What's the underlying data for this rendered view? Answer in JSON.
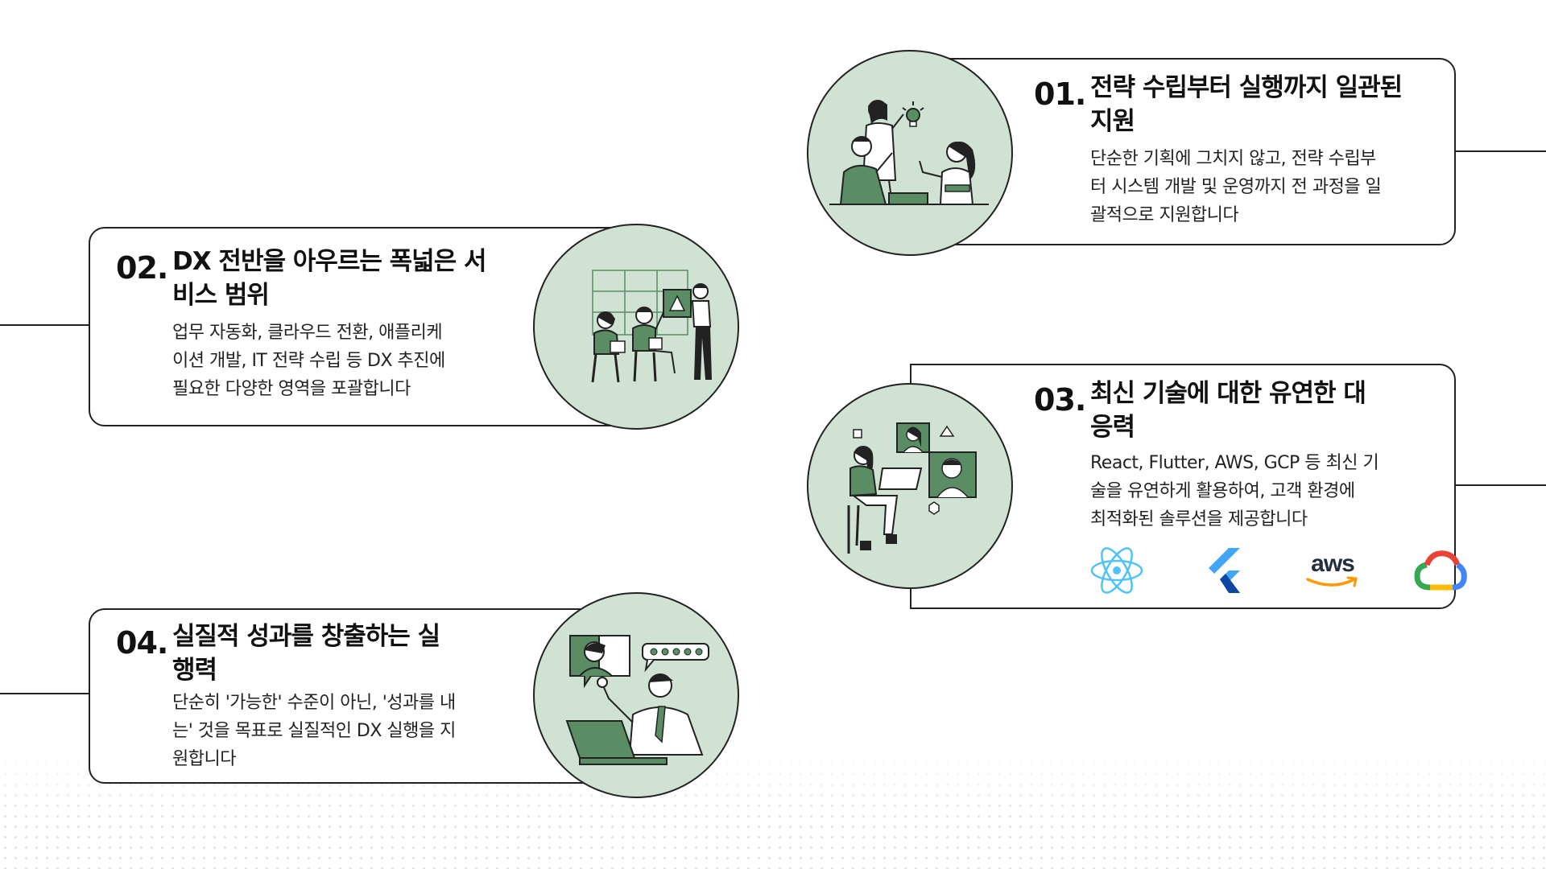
{
  "items": [
    {
      "number": "01.",
      "title_line1": "전략 수립부터 실행까지 일관된",
      "title_line2": "지원",
      "desc_line1": "단순한 기획에 그치지 않고, 전략 수립부",
      "desc_line2": "터 시스템 개발 및 운영까지 전 과정을 일",
      "desc_line3": "괄적으로 지원합니다",
      "illustration": "team-brainstorm-illustration"
    },
    {
      "number": "02.",
      "title_line1": "DX 전반을 아우르는 폭넓은 서",
      "title_line2": "비스 범위",
      "desc_line1": "업무 자동화, 클라우드 전환, 애플리케",
      "desc_line2": "이션 개발, IT 전략 수립 등 DX 추진에",
      "desc_line3": "필요한 다양한 영역을 포괄합니다",
      "illustration": "team-meeting-illustration"
    },
    {
      "number": "03.",
      "title_line1": "최신 기술에 대한 유연한 대",
      "title_line2": "응력",
      "desc_line1": "React, Flutter, AWS, GCP 등 최신 기",
      "desc_line2": "술을 유연하게 활용하여, 고객 환경에",
      "desc_line3": "최적화된 솔루션을 제공합니다",
      "illustration": "video-call-illustration",
      "logos": [
        "react-icon",
        "flutter-icon",
        "aws-icon",
        "google-cloud-icon"
      ],
      "aws_text": "aws"
    },
    {
      "number": "04.",
      "title_line1": "실질적 성과를 창출하는 실",
      "title_line2": "행력",
      "desc_line1": "단순히 '가능한' 수준이 아닌, '성과를 내",
      "desc_line2": "는' 것을 목표로 실질적인 DX 실행을 지",
      "desc_line3": "원합니다",
      "illustration": "laptop-rating-illustration"
    }
  ],
  "colors": {
    "circle_fill": "#cfe2d3",
    "accent_green": "#5a8d63",
    "outline": "#222222"
  }
}
